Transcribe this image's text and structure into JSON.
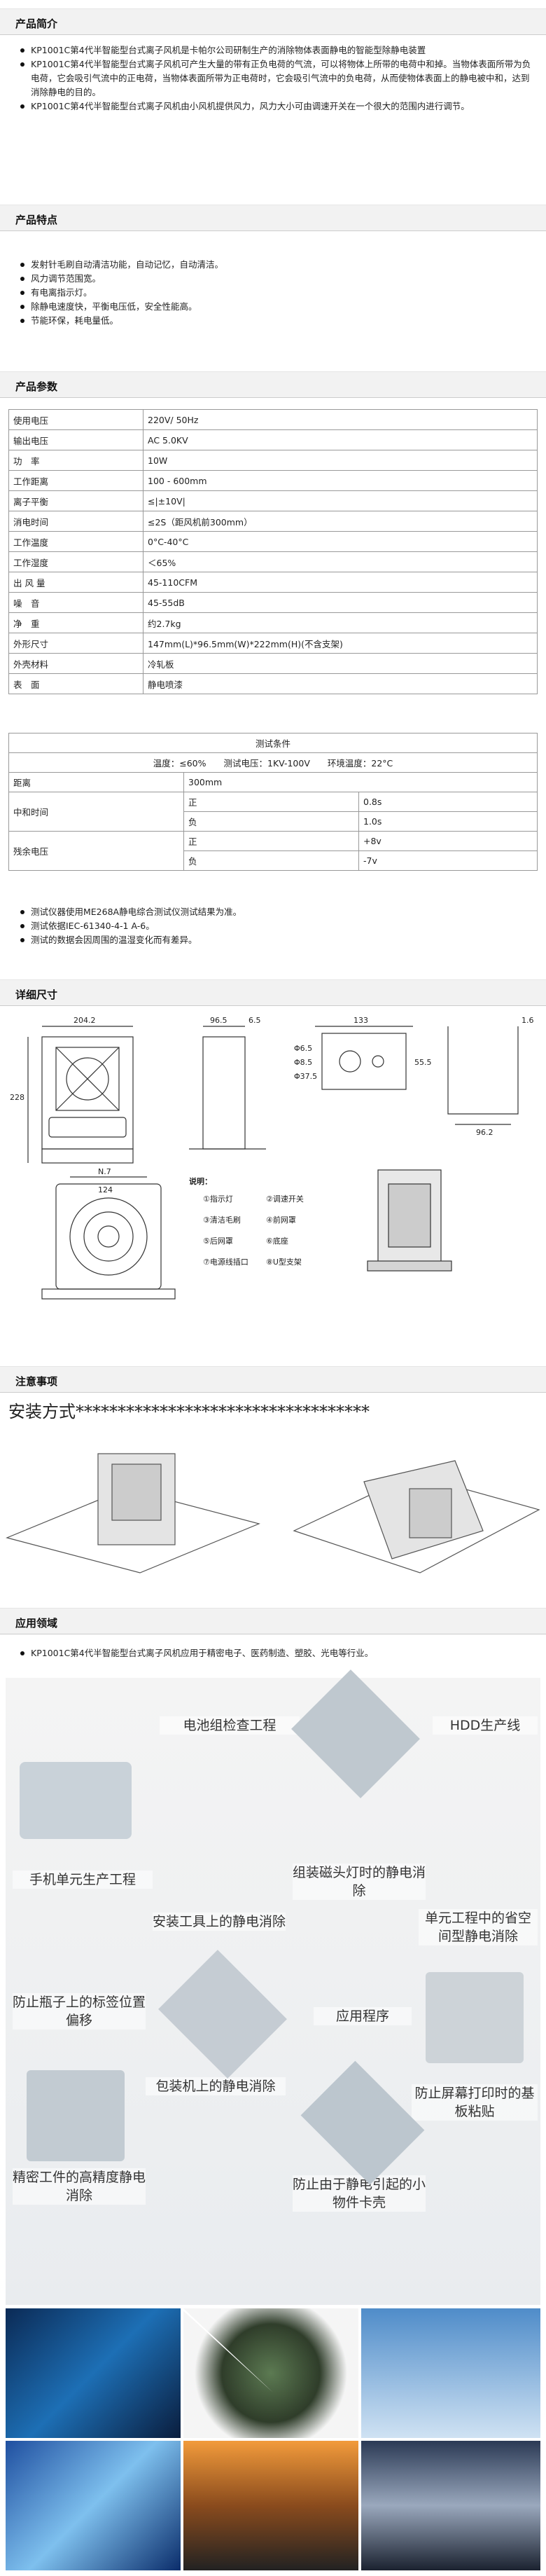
{
  "intro": {
    "title": "产品简介",
    "items": [
      "KP1001C第4代半智能型台式离子风机是卡帕尔公司研制生产的消除物体表面静电的智能型除静电装置",
      "KP1001C第4代半智能型台式离子风机可产生大量的带有正负电荷的气流，可以将物体上所带的电荷中和掉。当物体表面所带为负电荷，它会吸引气流中的正电荷，当物体表面所带为正电荷时，它会吸引气流中的负电荷，从而使物体表面上的静电被中和，达到消除静电的目的。",
      "KP1001C第4代半智能型台式离子风机由小风机提供风力，风力大小可由调速开关在一个很大的范围内进行调节。"
    ]
  },
  "features": {
    "title": "产品特点",
    "items": [
      "发射针毛刷自动清洁功能，自动记忆，自动清洁。",
      "风力调节范围宽。",
      "有电离指示灯。",
      "除静电速度快，平衡电压低，安全性能高。",
      "节能环保，耗电量低。"
    ]
  },
  "params": {
    "title": "产品参数",
    "rows": [
      [
        "使用电压",
        "220V/ 50Hz"
      ],
      [
        "输出电压",
        "AC 5.0KV"
      ],
      [
        "功　率",
        "10W"
      ],
      [
        "工作距离",
        "100 - 600mm"
      ],
      [
        "离子平衡",
        "≤|±10V|"
      ],
      [
        "消电时间",
        "≤2S（距风机前300mm）"
      ],
      [
        "工作温度",
        "0°C-40°C"
      ],
      [
        "工作湿度",
        "＜65%"
      ],
      [
        "出 风 量",
        "45-110CFM"
      ],
      [
        "噪　音",
        "45-55dB"
      ],
      [
        "净　重",
        "约2.7kg"
      ],
      [
        "外形尺寸",
        "147mm(L)*96.5mm(W)*222mm(H)(不含支架)"
      ],
      [
        "外壳材料",
        "冷轧板"
      ],
      [
        "表　面",
        "静电喷漆"
      ]
    ]
  },
  "test": {
    "header": "测试条件",
    "conditions": "温度：≤60%　　测试电压：1KV-100V　　环境温度：22°C",
    "distance_label": "距离",
    "distance_value": "300mm",
    "neutral_label": "中和时间",
    "neutral": [
      [
        "正",
        "0.8s"
      ],
      [
        "负",
        "1.0s"
      ]
    ],
    "residual_label": "残余电压",
    "residual": [
      [
        "正",
        "+8v"
      ],
      [
        "负",
        "-7v"
      ]
    ]
  },
  "notes": [
    "测试仪器使用ME268A静电综合测试仪测试结果为准。",
    "测试依据IEC-61340-4-1 A-6。",
    "测试的数据会因周围的温湿变化而有差异。"
  ],
  "dims": {
    "title": "详细尺寸",
    "w1": "204.2",
    "h1": "228",
    "w2": "96.5",
    "w3": "6.5",
    "w4": "133",
    "d1": "Φ6.5",
    "d2": "Φ8.5",
    "d3": "Φ37.5",
    "h2": "55.5",
    "w5": "96.2",
    "t1": "1.6",
    "w6": "N.7",
    "w7": "124",
    "legend_title": "说明：",
    "legend": [
      "①指示灯",
      "②调速开关",
      "③清洁毛刷",
      "④前网罩",
      "⑤后网罩",
      "⑥底座",
      "⑦电源线插口",
      "⑧U型支架"
    ]
  },
  "precautions": {
    "title": "注意事项",
    "install": "安装方式***********************************"
  },
  "apps": {
    "title": "应用领域",
    "text": "KP1001C第4代半智能型台式离子风机应用于精密电子、医药制造、塑胶、光电等行业。",
    "captions": [
      "电池组检查工程",
      "HDD生产线",
      "手机单元生产工程",
      "组装磁头灯时的静电消除",
      "安装工具上的静电消除",
      "单元工程中的省空间型静电消除",
      "防止瓶子上的标签位置偏移",
      "应用程序",
      "包装机上的静电消除",
      "防止屏幕打印时的基板粘贴",
      "精密工件的高精度静电消除",
      "防止由于静电引起的小物件卡壳"
    ]
  },
  "colors": {
    "header_bg": "#f2f2f2",
    "border": "#999999"
  }
}
